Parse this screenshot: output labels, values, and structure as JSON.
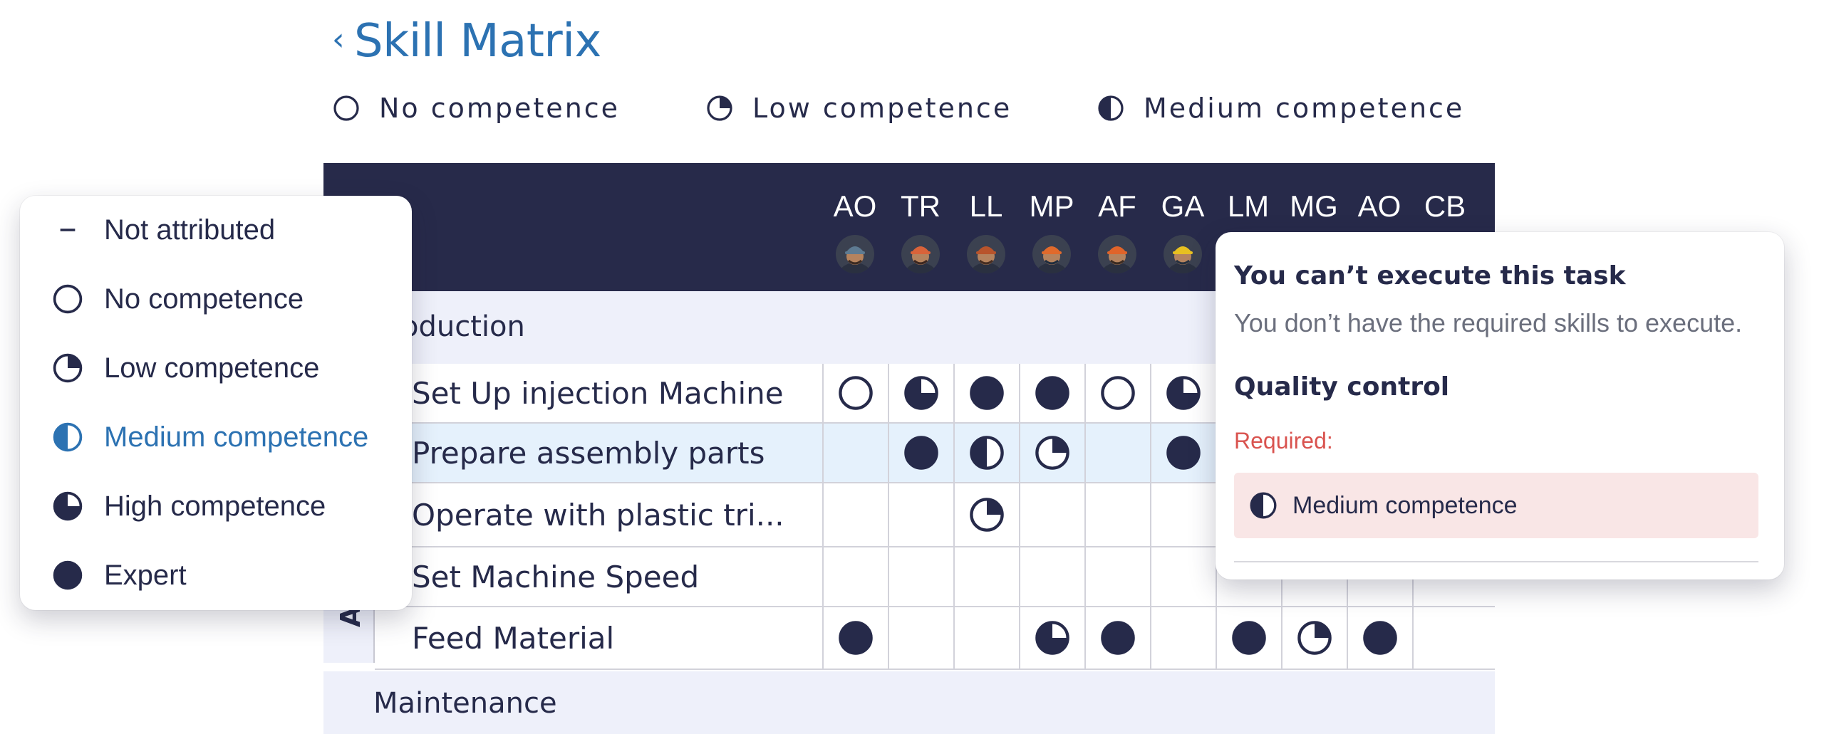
{
  "header": {
    "back_icon": "chevron-left-icon",
    "title": "Skill Matrix"
  },
  "legend": [
    {
      "label": "No competence",
      "icon": "no-competence-icon"
    },
    {
      "label": "Low competence",
      "icon": "low-competence-icon"
    },
    {
      "label": "Medium competence",
      "icon": "medium-competence-icon"
    }
  ],
  "colors": {
    "navy": "#272a4a",
    "accent": "#2c72b2",
    "row_highlight": "#e5f1fc",
    "section_band": "#eef0fa",
    "required_text": "#d9534f",
    "required_badge": "#f9e6e6"
  },
  "matrix": {
    "columns": [
      "AO",
      "TR",
      "LL",
      "MP",
      "AF",
      "GA",
      "LM",
      "MG",
      "AO",
      "CB"
    ],
    "sections": [
      {
        "title": "Production"
      },
      {
        "title": "Maintenance"
      }
    ],
    "area_label": "Area",
    "rows": [
      {
        "label": "Set Up injection Machine",
        "levels": [
          1,
          3,
          4,
          4,
          1,
          3,
          null,
          null,
          null,
          null
        ]
      },
      {
        "label": "Prepare assembly parts",
        "levels": [
          null,
          4,
          2,
          1.5,
          null,
          4,
          null,
          null,
          null,
          null
        ]
      },
      {
        "label": "Operate with plastic tri...",
        "levels": [
          null,
          null,
          1.5,
          null,
          null,
          null,
          null,
          null,
          null,
          null
        ]
      },
      {
        "label": "Set Machine Speed",
        "levels": [
          null,
          null,
          null,
          null,
          null,
          null,
          null,
          null,
          null,
          null
        ]
      },
      {
        "label": "Feed Material",
        "levels": [
          4,
          null,
          null,
          3,
          4,
          null,
          4,
          1.5,
          4,
          null
        ]
      }
    ]
  },
  "dropdown": {
    "selected_index": 3,
    "options": [
      {
        "label": "Not attributed",
        "icon": "dash-icon"
      },
      {
        "label": "No competence",
        "icon": "no-competence-icon"
      },
      {
        "label": "Low competence",
        "icon": "low-competence-icon"
      },
      {
        "label": "Medium competence",
        "icon": "medium-competence-icon"
      },
      {
        "label": "High competence",
        "icon": "high-competence-icon"
      },
      {
        "label": "Expert",
        "icon": "expert-icon"
      }
    ]
  },
  "tooltip": {
    "title": "You can’t execute this task",
    "description": "You don’t have the required skills to execute.",
    "skill": "Quality control",
    "required_label": "Required:",
    "required_value": "Medium competence",
    "required_icon": "medium-competence-icon"
  }
}
